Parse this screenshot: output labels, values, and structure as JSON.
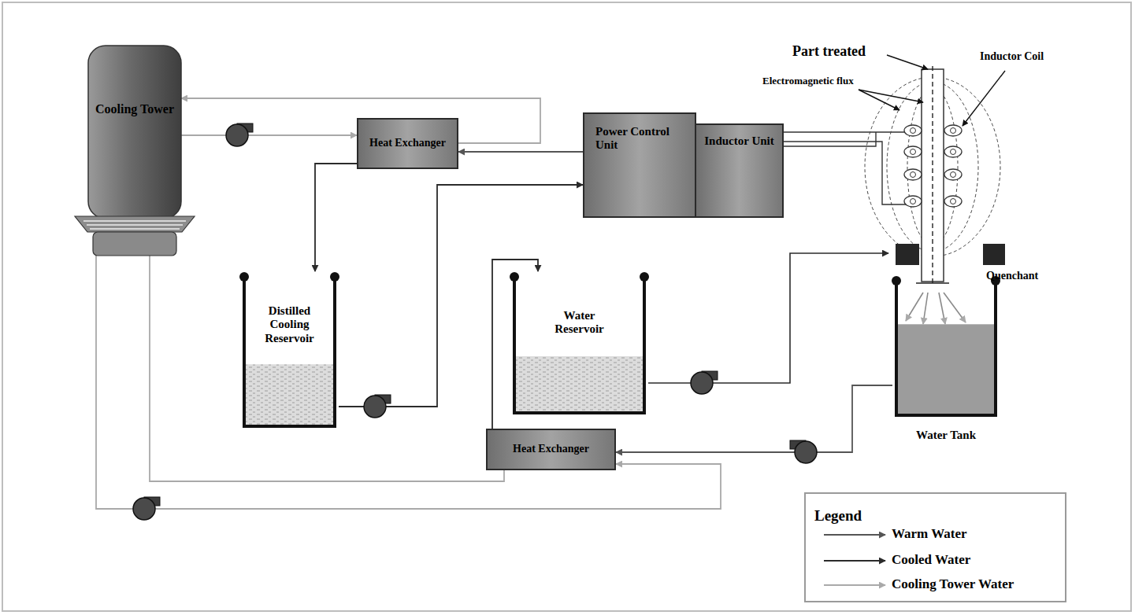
{
  "diagram": {
    "nodes": [
      {
        "text": [
          "Cooling Tower"
        ]
      },
      {
        "text": [
          "Heat Exchanger"
        ]
      },
      {
        "text": [
          "Power Control Unit"
        ]
      },
      {
        "text": [
          "Inductor Unit"
        ]
      },
      {
        "text": [
          "Distilled Cooling Reservoir"
        ]
      },
      {
        "text": [
          "Water Reservoir"
        ]
      },
      {
        "text": [
          "Heat Exchanger"
        ]
      },
      {
        "text": [
          "Water Tank"
        ]
      }
    ],
    "edges": [
      {
        "from": 0,
        "to": 1,
        "arrow": "to"
      },
      {
        "from": 1,
        "to": 0,
        "arrow": "to"
      },
      {
        "from": 2,
        "to": 1,
        "arrow": "to"
      },
      {
        "from": 1,
        "to": 4,
        "arrow": "to"
      },
      {
        "from": 4,
        "to": 2,
        "arrow": "to"
      },
      {
        "from": 7,
        "to": 6,
        "arrow": "to"
      },
      {
        "from": 6,
        "to": 5,
        "arrow": "to"
      },
      {
        "from": 0,
        "to": 6,
        "arrow": "to"
      },
      {
        "from": 6,
        "to": 0,
        "arrow": "to"
      }
    ],
    "labels": [
      "Part treated",
      "Electromagnetic flux",
      "Inductor Coil",
      "Quenchant",
      "Legend"
    ],
    "legend": [
      {
        "text": "Warm Water"
      },
      {
        "text": "Cooled Water"
      },
      {
        "text": "Cooling Tower Water"
      }
    ]
  }
}
